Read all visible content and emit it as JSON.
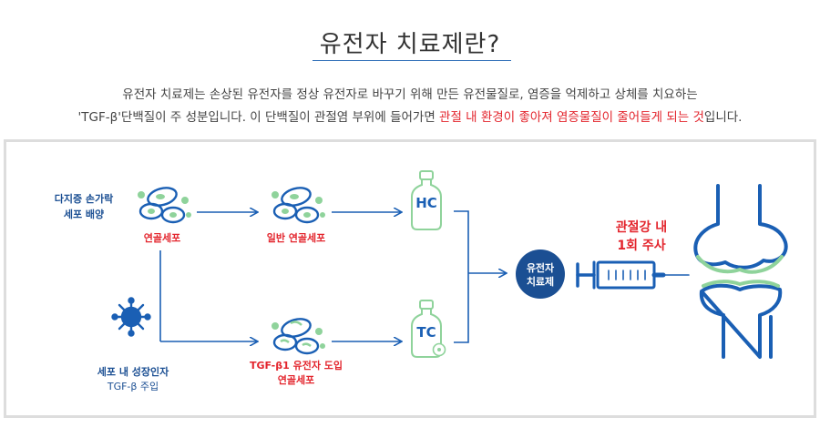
{
  "header": {
    "title": "유전자 치료제란?",
    "desc_line1": "유전자 치료제는 손상된 유전자를 정상 유전자로 바꾸기 위해 만든 유전물질로, 염증을 억제하고 상체를 치요하는",
    "desc_line2_normal": "'TGF-β'단백질이 주 성분입니다. 이 단백질이 관절염 부위에 들어가면 ",
    "desc_line2_highlight": "관절 내 환경이 좋아져 염증물질이 줄어들게 되는 것",
    "desc_line2_tail": "입니다."
  },
  "diagram": {
    "source_top_line1": "다지증 손가락",
    "source_top_line2": "세포 배양",
    "cartilage_cell_label": "연골세포",
    "normal_cell_label": "일반 연골세포",
    "growth_factor_line1": "세포 내 성장인자",
    "growth_factor_line2": "TGF-β 주입",
    "tgf_cell_line1": "TGF-β1 유전자 도입",
    "tgf_cell_line2": "연골세포",
    "vial_hc": "HC",
    "vial_tc": "TC",
    "therapy_line1": "유전자",
    "therapy_line2": "치료제",
    "injection_line1": "관절강 내",
    "injection_line2": "1회 주사"
  },
  "colors": {
    "blue": "#1a5fb4",
    "green": "#8fd39b",
    "red": "#e3252d",
    "navy": "#1b4f93"
  }
}
